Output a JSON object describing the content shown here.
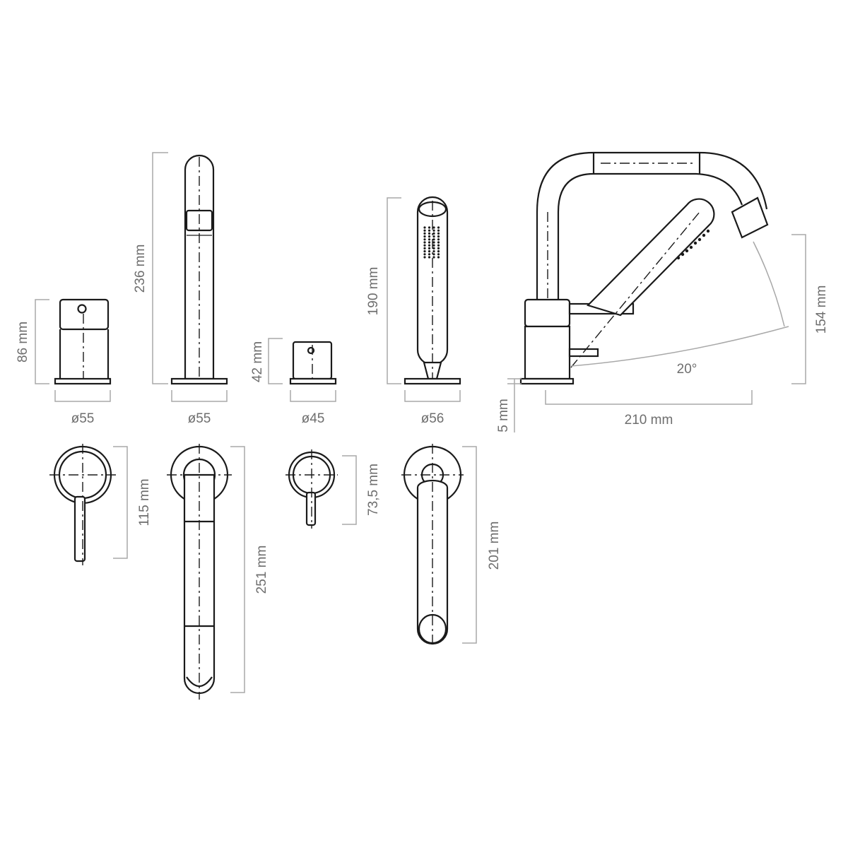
{
  "colors": {
    "line": "#1a1a1a",
    "dimension": "#a8a8a8",
    "text": "#6e6e6e"
  },
  "elevation": {
    "lever_mixer": {
      "height": "86 mm",
      "diameter": "ø55"
    },
    "spout": {
      "height": "236 mm",
      "diameter": "ø55"
    },
    "diverter": {
      "height": "42 mm",
      "diameter": "ø45"
    },
    "hand_shower": {
      "height": "190 mm",
      "diameter": "ø56"
    },
    "side_view": {
      "base_height": "5 mm",
      "reach": "210 mm",
      "height": "154 mm",
      "angle": "20°"
    }
  },
  "plan": {
    "lever_mixer": {
      "length": "115 mm"
    },
    "spout": {
      "length": "251 mm"
    },
    "diverter": {
      "length": "73,5 mm"
    },
    "hand_shower": {
      "length": "201 mm"
    }
  }
}
